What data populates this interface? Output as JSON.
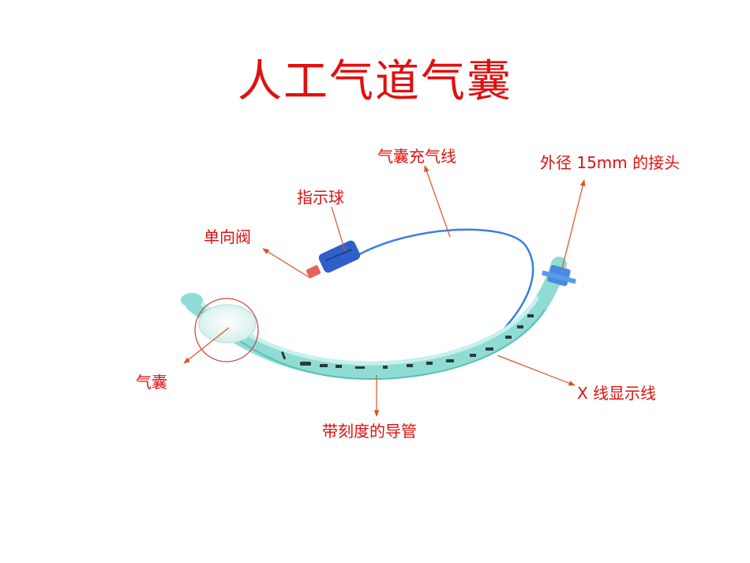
{
  "title": "人工气道气囊",
  "labels": {
    "inflation_line": "气囊充气线",
    "connector": "外径 15mm 的接头",
    "pilot_balloon": "指示球",
    "one_way_valve": "单向阀",
    "cuff": "气囊",
    "graduated_tube": "带刻度的导管",
    "xray_line": "X 线显示线"
  },
  "colors": {
    "label": "#e01010",
    "arrow": "#e05020",
    "tube": "#7fd6cf",
    "pilot": "#2f5fc8",
    "line": "#3a7fe0"
  }
}
